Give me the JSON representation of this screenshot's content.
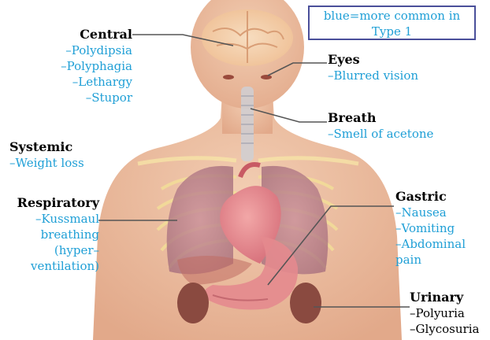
{
  "legend": {
    "line1": "blue=more common in",
    "line2": "Type 1"
  },
  "groups": {
    "central": {
      "title": "Central",
      "items": [
        "–Polydipsia",
        "–Polyphagia",
        "–Lethargy",
        "–Stupor"
      ]
    },
    "eyes": {
      "title": "Eyes",
      "items": [
        "–Blurred vision"
      ]
    },
    "breath": {
      "title": "Breath",
      "items": [
        "–Smell of acetone"
      ]
    },
    "systemic": {
      "title": "Systemic",
      "items": [
        "–Weight loss"
      ]
    },
    "respiratory": {
      "title": "Respiratory",
      "items": [
        "–Kussmaul",
        "breathing",
        "(hyper–",
        "ventilation)"
      ]
    },
    "gastric": {
      "title": "Gastric",
      "items": [
        "–Nausea",
        "–Vomiting",
        "–Abdominal",
        "pain"
      ]
    },
    "urinary": {
      "title": "Urinary",
      "items": [
        "–Polyuria",
        "–Glycosuria"
      ]
    }
  },
  "colors": {
    "type1_text": "#1f9fd6",
    "heading_text": "#000000",
    "legend_border": "#4a4f9a",
    "skin": "#e8b89a",
    "leader_line": "#555555"
  }
}
